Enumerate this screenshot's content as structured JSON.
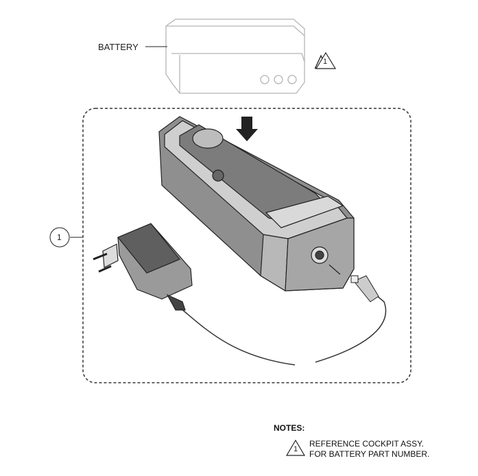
{
  "callouts": {
    "battery_label": "BATTERY",
    "battery_note_ref": "1",
    "item_number": "1"
  },
  "notes": {
    "title": "NOTES:",
    "items": [
      {
        "ref": "1",
        "lines": [
          "REFERENCE COCKPIT ASSY.",
          "FOR BATTERY PART NUMBER."
        ]
      }
    ]
  },
  "colors": {
    "line": "#222222",
    "battery_ghost": "#b0b0b0",
    "charger_body": "#9a9a9a",
    "charger_dark": "#5a5a5a"
  }
}
